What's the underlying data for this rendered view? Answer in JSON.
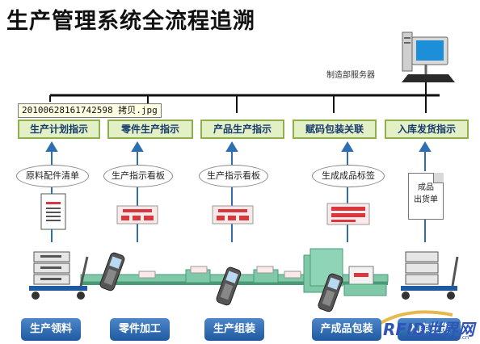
{
  "title": "生产管理系统全流程追溯",
  "server": {
    "label": "制造部服务器"
  },
  "tooltip": {
    "text": "20100628161742598 拷贝.jpg"
  },
  "instructions": [
    {
      "label": "生产计划指示"
    },
    {
      "label": "零件生产指示"
    },
    {
      "label": "产品生产指示"
    },
    {
      "label": "赋码包装关联"
    },
    {
      "label": "入库发货指示"
    }
  ],
  "documents": [
    {
      "label": "原料配件清单"
    },
    {
      "label": "生产指示看板"
    },
    {
      "label": "生产指示看板"
    },
    {
      "label": "生成成品标签"
    }
  ],
  "shipping_slip": {
    "line1": "成品",
    "line2": "出货单"
  },
  "steps": [
    {
      "label": "生产领料"
    },
    {
      "label": "零件加工"
    },
    {
      "label": "生产组装"
    },
    {
      "label": "产成品包装"
    },
    {
      "label": "入库发货"
    }
  ],
  "watermark": {
    "text": "RFID世界网",
    "url": "www.RfidWorld.com.cn"
  },
  "colors": {
    "accent": "#1f5aa0",
    "instruction_fill": "#e3f0c6",
    "arrow": "#2f6fb0",
    "conveyor": "#7fc9a8",
    "label_red": "#d9363e"
  }
}
